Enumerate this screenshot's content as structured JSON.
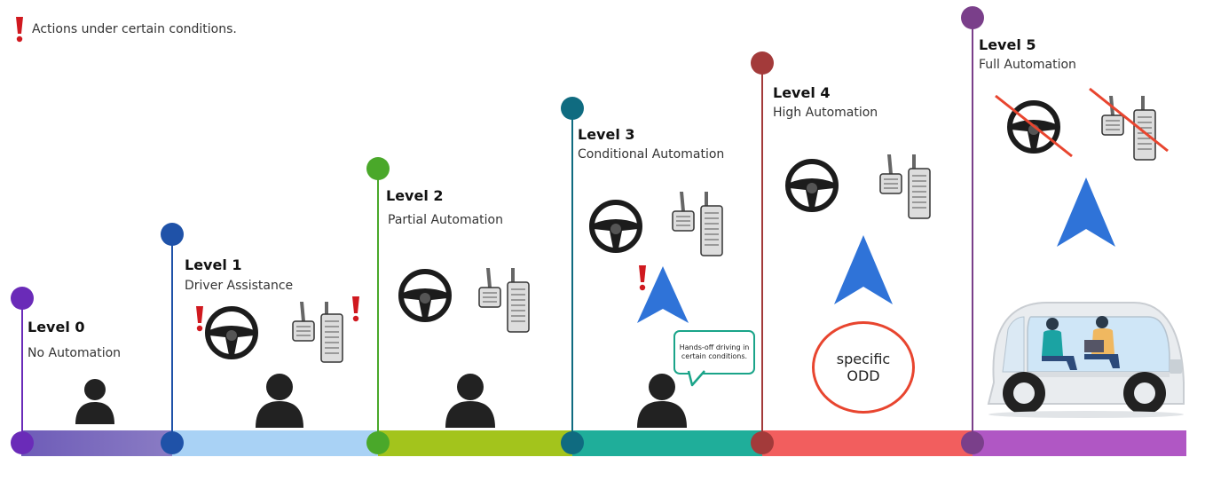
{
  "legend": {
    "text": "Actions under certain conditions.",
    "icon": "exclamation-icon"
  },
  "colors": {
    "level0": "#6a2bb8",
    "level1": "#1f52a8",
    "level2": "#4aa82a",
    "level3": "#0f6b80",
    "level4": "#a33a3a",
    "level5": "#7a3f8a",
    "alert": "#d0191f",
    "arrow": "#2f73d8",
    "bubble_border": "#1aa489",
    "odd_border": "#e8452f"
  },
  "levels": [
    {
      "title": "Level 0",
      "subtitle": "No Automation"
    },
    {
      "title": "Level 1",
      "subtitle": "Driver Assistance"
    },
    {
      "title": "Level 2",
      "subtitle": "Partial Automation"
    },
    {
      "title": "Level 3",
      "subtitle": "Conditional Automation"
    },
    {
      "title": "Level 4",
      "subtitle": "High Automation"
    },
    {
      "title": "Level 5",
      "subtitle": "Full Automation"
    }
  ],
  "bubble": {
    "text": "Hands-off driving in certain conditions."
  },
  "odd": {
    "text": "specific ODD"
  }
}
